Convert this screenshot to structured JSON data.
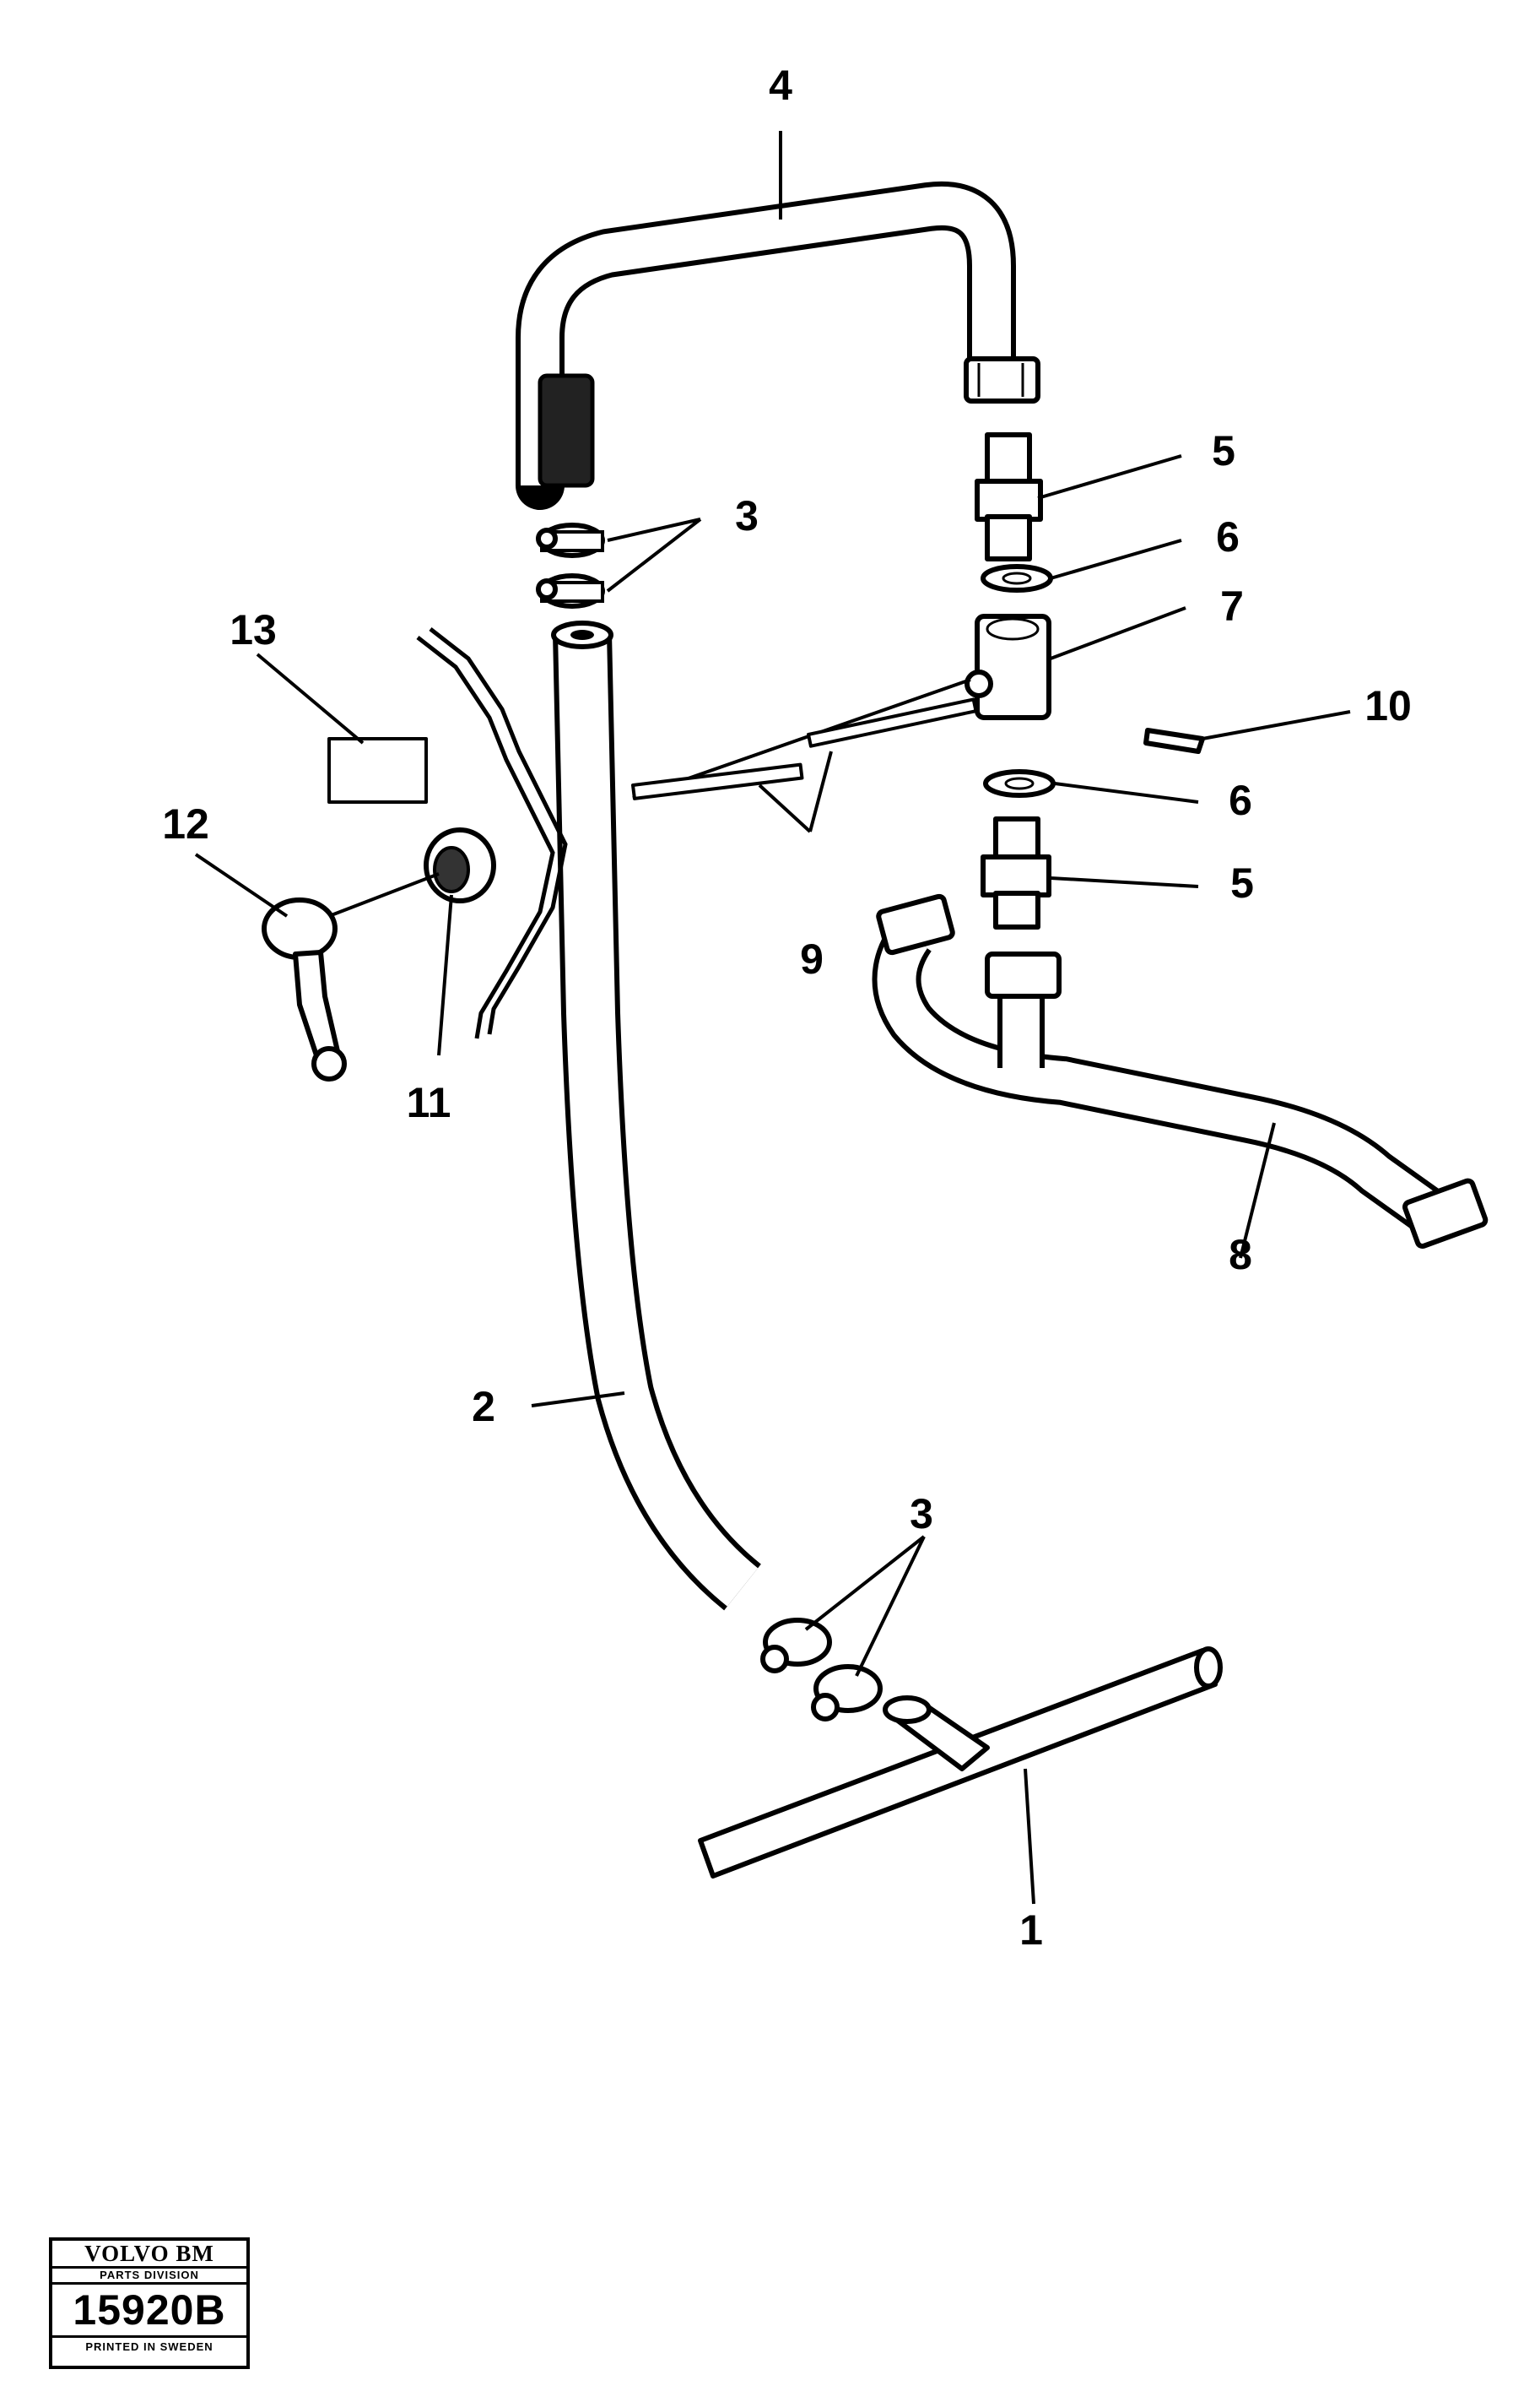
{
  "callouts": {
    "c1": "1",
    "c2": "2",
    "c3_top": "3",
    "c3_bottom": "3",
    "c4": "4",
    "c5_top": "5",
    "c5_bottom": "5",
    "c6_top": "6",
    "c6_bottom": "6",
    "c7": "7",
    "c8": "8",
    "c9": "9",
    "c10": "10",
    "c11": "11",
    "c12": "12",
    "c13": "13"
  },
  "stamp": {
    "brand": "VOLVO BM",
    "division": "PARTS DIVISION",
    "number": "15920B",
    "footer": "PRINTED IN SWEDEN"
  }
}
